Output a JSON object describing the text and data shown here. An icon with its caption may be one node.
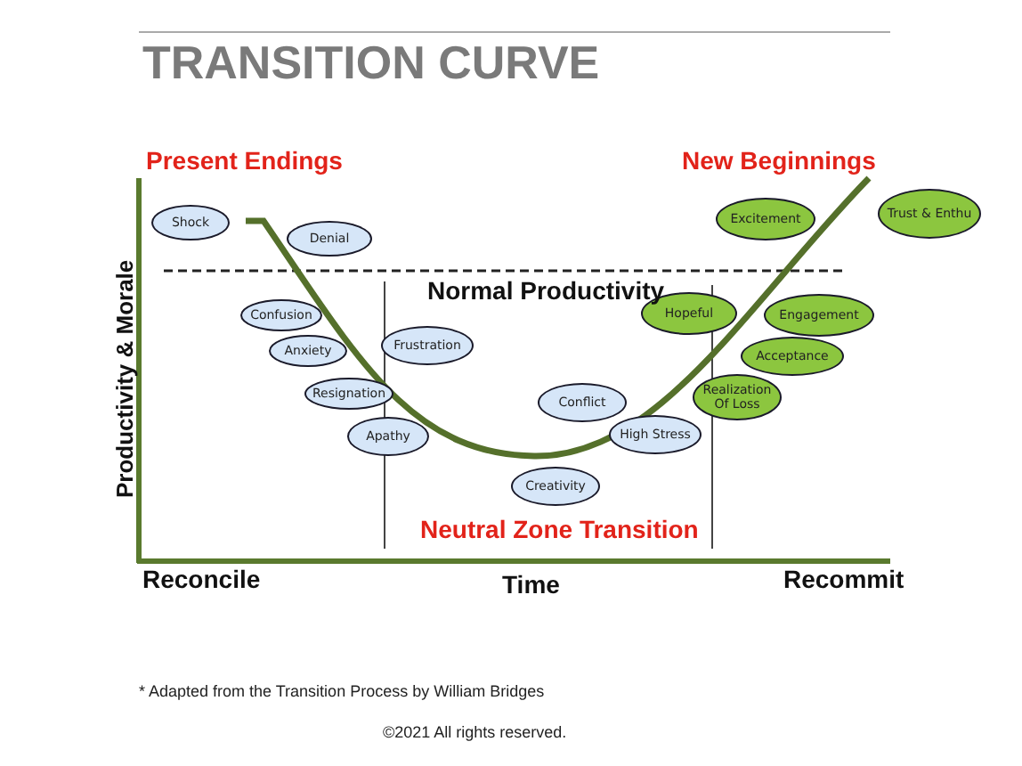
{
  "diagram": {
    "title": "TRANSITION CURVE",
    "nodes": [
      {
        "text": [
          "Shock"
        ]
      },
      {
        "text": [
          "Denial"
        ]
      },
      {
        "text": [
          "Confusion"
        ]
      },
      {
        "text": [
          "Anxiety"
        ]
      },
      {
        "text": [
          "Resignation"
        ]
      },
      {
        "text": [
          "Apathy"
        ]
      },
      {
        "text": [
          "Frustration"
        ]
      },
      {
        "text": [
          "Conflict"
        ]
      },
      {
        "text": [
          "Creativity"
        ]
      },
      {
        "text": [
          "High Stress"
        ]
      },
      {
        "text": [
          "Hopeful"
        ]
      },
      {
        "text": [
          "Realization Of Loss"
        ]
      },
      {
        "text": [
          "Acceptance"
        ]
      },
      {
        "text": [
          "Engagement"
        ]
      },
      {
        "text": [
          "Excitement"
        ]
      },
      {
        "text": [
          "Trust & Enthu"
        ]
      }
    ],
    "labels": [
      "Present Endings",
      "New Beginnings",
      "Normal Productivity",
      "Productivity & Morale",
      "Neutral Zone Transition",
      "Reconcile",
      "Time",
      "Recommit",
      "* Adapted from the Transition Process by William Bridges",
      "©2021 All rights reserved."
    ]
  }
}
